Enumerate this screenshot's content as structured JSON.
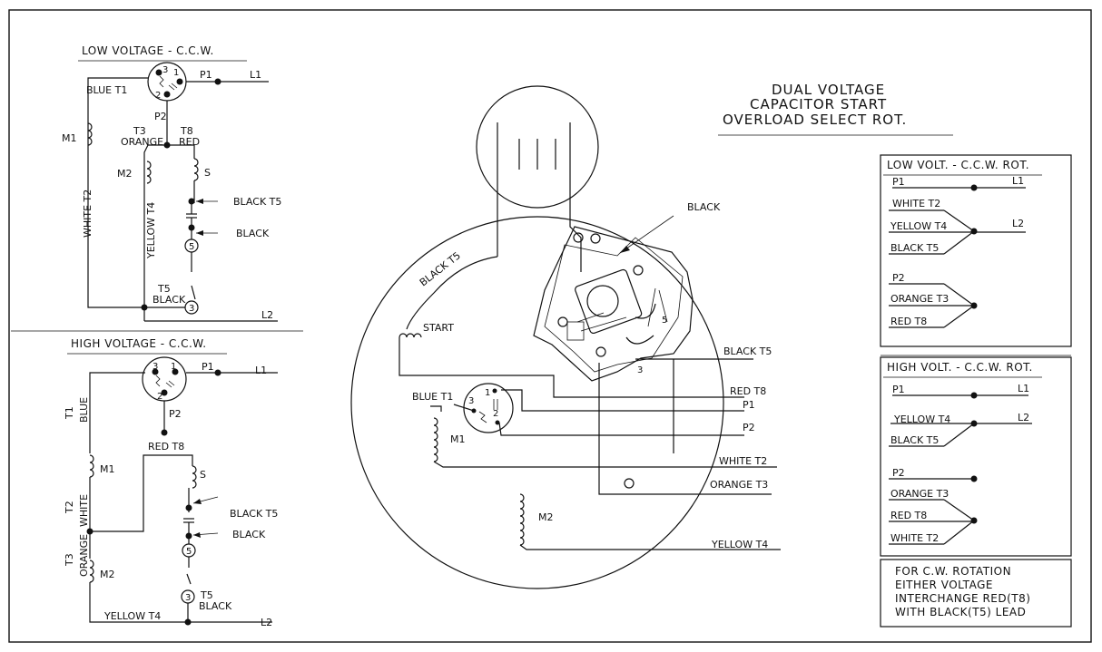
{
  "title": {
    "line1": "DUAL VOLTAGE",
    "line2": "CAPACITOR START",
    "line3": "OVERLOAD SELECT ROT."
  },
  "low_voltage": {
    "heading": "LOW VOLTAGE - C.C.W.",
    "blue_t1": "BLUE T1",
    "p1": "P1",
    "l1": "L1",
    "p2": "P2",
    "m1": "M1",
    "t3": "T3",
    "orange": "ORANGE",
    "t8": "T8",
    "red": "RED",
    "m2": "M2",
    "s": "S",
    "white_t2": "WHITE T2",
    "yellow_t4": "YELLOW T4",
    "black_t5": "BLACK T5",
    "black": "BLACK",
    "t5": "T5",
    "l2": "L2",
    "term1": "1",
    "term2": "2",
    "term3": "3",
    "term5": "5"
  },
  "high_voltage": {
    "heading": "HIGH VOLTAGE - C.C.W.",
    "p1": "P1",
    "l1": "L1",
    "t1": "T1",
    "blue": "BLUE",
    "p2": "P2",
    "red_t8": "RED T8",
    "m1": "M1",
    "s": "S",
    "t2": "T2",
    "white": "WHITE",
    "black_t5": "BLACK T5",
    "black": "BLACK",
    "t3": "T3",
    "orange": "ORANGE",
    "m2": "M2",
    "t5": "T5",
    "yellow_t4": "YELLOW T4",
    "l2": "L2",
    "term1": "1",
    "term2": "2",
    "term3": "3",
    "term5": "5"
  },
  "motor": {
    "black": "BLACK",
    "black_t5": "BLACK T5",
    "start": "START",
    "black_t5_right": "BLACK T5",
    "red_t8": "RED T8",
    "p1": "P1",
    "blue_t1": "BLUE T1",
    "p2": "P2",
    "m1": "M1",
    "white_t2": "WHITE T2",
    "orange_t3": "ORANGE T3",
    "m2": "M2",
    "yellow_t4": "YELLOW T4",
    "term3": "3",
    "term5": "5",
    "term1": "1",
    "term2": "2",
    "term3b": "3"
  },
  "low_rot_table": {
    "heading": "LOW VOLT. - C.C.W. ROT.",
    "p1": "P1",
    "l1": "L1",
    "white_t2": "WHITE T2",
    "yellow_t4": "YELLOW T4",
    "l2": "L2",
    "black_t5": "BLACK T5",
    "p2": "P2",
    "orange_t3": "ORANGE T3",
    "red_t8": "RED T8"
  },
  "high_rot_table": {
    "heading": "HIGH VOLT. - C.C.W. ROT.",
    "p1": "P1",
    "l1": "L1",
    "yellow_t4": "YELLOW T4",
    "l2": "L2",
    "black_t5": "BLACK T5",
    "p2": "P2",
    "orange_t3": "ORANGE T3",
    "red_t8": "RED T8",
    "white_t2": "WHITE T2"
  },
  "note": {
    "line1": "FOR C.W. ROTATION",
    "line2": "EITHER VOLTAGE",
    "line3": "INTERCHANGE RED(T8)",
    "line4": "WITH BLACK(T5) LEAD"
  }
}
